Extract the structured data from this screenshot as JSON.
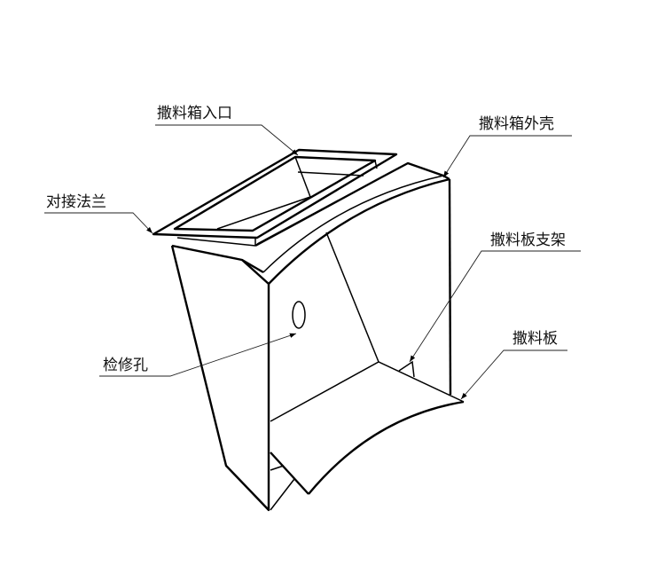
{
  "labels": {
    "inlet": "撒料箱入口",
    "shell": "撒料箱外壳",
    "flange": "对接法兰",
    "plate_bracket": "撒料板支架",
    "inspection_hole": "检修孔",
    "spreader_plate": "撒料板"
  }
}
